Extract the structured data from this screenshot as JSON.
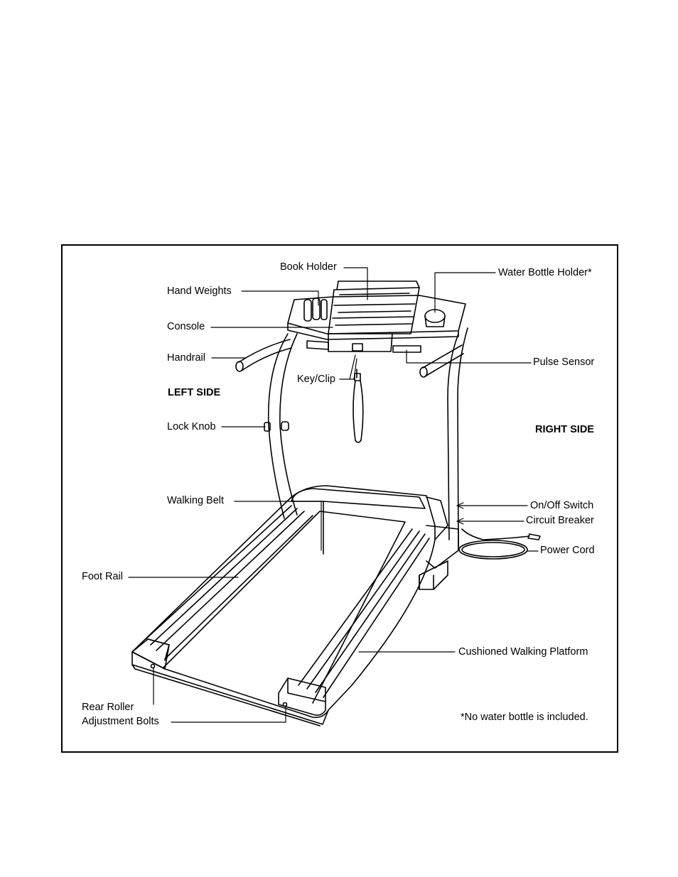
{
  "labels": {
    "book_holder": "Book Holder",
    "water_bottle_holder": "Water Bottle Holder*",
    "hand_weights": "Hand Weights",
    "console": "Console",
    "handrail": "Handrail",
    "pulse_sensor": "Pulse Sensor",
    "key_clip": "Key/Clip",
    "left_side": "LEFT SIDE",
    "lock_knob": "Lock Knob",
    "right_side": "RIGHT SIDE",
    "walking_belt": "Walking Belt",
    "on_off_switch": "On/Off Switch",
    "circuit_breaker": "Circuit Breaker",
    "power_cord": "Power Cord",
    "foot_rail": "Foot Rail",
    "cushioned_walking_platform": "Cushioned Walking Platform",
    "rear_roller_line1": "Rear Roller",
    "rear_roller_line2": "Adjustment Bolts"
  },
  "footnote": "*No water bottle is included."
}
